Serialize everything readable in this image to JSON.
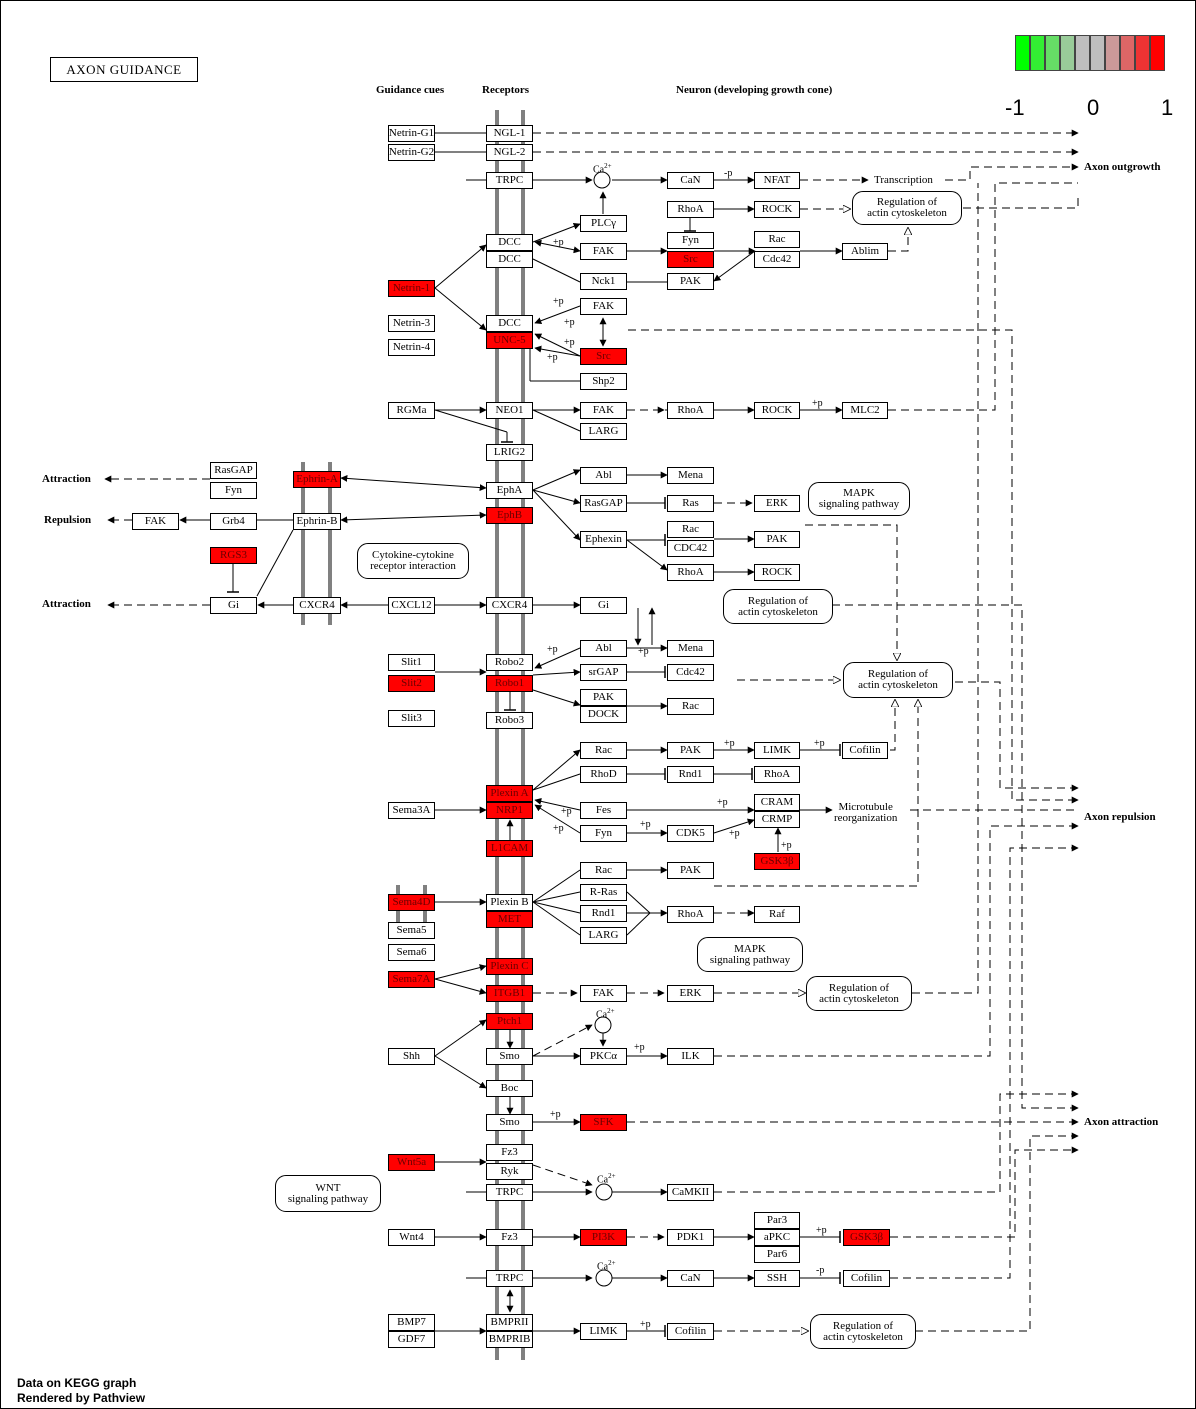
{
  "title": "AXON GUIDANCE",
  "legend": {
    "colors": [
      "#00ff00",
      "#33ee33",
      "#66dd66",
      "#99cc99",
      "#bebebe",
      "#bebebe",
      "#cc9999",
      "#dd6666",
      "#ee3333",
      "#ff0000"
    ],
    "min_label": "-1",
    "mid_label": "0",
    "max_label": "1"
  },
  "headers": {
    "cues": "Guidance cues",
    "receptors": "Receptors",
    "neuron": "Neuron (developing growth cone)"
  },
  "outputs": {
    "outgrowth": "Axon outgrowth",
    "repulsion": "Axon repulsion",
    "attraction": "Axon attraction"
  },
  "side_outputs": {
    "attraction1": "Attraction",
    "repulsion": "Repulsion",
    "attraction2": "Attraction"
  },
  "footer": {
    "line1": "Data on KEGG graph",
    "line2": "Rendered by Pathview"
  },
  "highlight_color": "#ff0000",
  "nodes": [
    {
      "id": "n1",
      "label": "Netrin-G1",
      "red": false
    },
    {
      "id": "n2",
      "label": "Netrin-G2",
      "red": false
    },
    {
      "id": "n3",
      "label": "NGL-1",
      "red": false
    },
    {
      "id": "n4",
      "label": "NGL-2",
      "red": false
    },
    {
      "id": "n5",
      "label": "TRPC",
      "red": false
    },
    {
      "id": "n6",
      "label": "CaN",
      "red": false
    },
    {
      "id": "n7",
      "label": "NFAT",
      "red": false
    },
    {
      "id": "n8",
      "label": "RhoA",
      "red": false
    },
    {
      "id": "n9",
      "label": "ROCK",
      "red": false
    },
    {
      "id": "n10",
      "label": "PLCγ",
      "red": false
    },
    {
      "id": "n11",
      "label": "DCC",
      "red": false
    },
    {
      "id": "n12",
      "label": "DCC",
      "red": false
    },
    {
      "id": "n13",
      "label": "FAK",
      "red": false
    },
    {
      "id": "n14",
      "label": "Fyn",
      "red": false
    },
    {
      "id": "n15",
      "label": "Src",
      "red": true
    },
    {
      "id": "n16",
      "label": "Rac",
      "red": false
    },
    {
      "id": "n17",
      "label": "Cdc42",
      "red": false
    },
    {
      "id": "n18",
      "label": "Ablim",
      "red": false
    },
    {
      "id": "n19",
      "label": "Netrin-1",
      "red": true
    },
    {
      "id": "n20",
      "label": "Nck1",
      "red": false
    },
    {
      "id": "n21",
      "label": "PAK",
      "red": false
    },
    {
      "id": "n22",
      "label": "FAK",
      "red": false
    },
    {
      "id": "n23",
      "label": "Netrin-3",
      "red": false
    },
    {
      "id": "n24",
      "label": "DCC",
      "red": false
    },
    {
      "id": "n25",
      "label": "UNC-5",
      "red": true
    },
    {
      "id": "n26",
      "label": "Src",
      "red": true
    },
    {
      "id": "n27",
      "label": "Netrin-4",
      "red": false
    },
    {
      "id": "n28",
      "label": "Shp2",
      "red": false
    },
    {
      "id": "n29",
      "label": "RGMa",
      "red": false
    },
    {
      "id": "n30",
      "label": "NEO1",
      "red": false
    },
    {
      "id": "n31",
      "label": "FAK",
      "red": false
    },
    {
      "id": "n32",
      "label": "RhoA",
      "red": false
    },
    {
      "id": "n33",
      "label": "ROCK",
      "red": false
    },
    {
      "id": "n34",
      "label": "MLC2",
      "red": false
    },
    {
      "id": "n35",
      "label": "LARG",
      "red": false
    },
    {
      "id": "n36",
      "label": "LRIG2",
      "red": false
    },
    {
      "id": "n37",
      "label": "RasGAP",
      "red": false
    },
    {
      "id": "n38",
      "label": "Fyn",
      "red": false
    },
    {
      "id": "n39",
      "label": "Ephrin-A",
      "red": true
    },
    {
      "id": "n40",
      "label": "EphA",
      "red": false
    },
    {
      "id": "n41",
      "label": "Abl",
      "red": false
    },
    {
      "id": "n42",
      "label": "Mena",
      "red": false
    },
    {
      "id": "n43",
      "label": "RasGAP",
      "red": false
    },
    {
      "id": "n44",
      "label": "Ras",
      "red": false
    },
    {
      "id": "n45",
      "label": "ERK",
      "red": false
    },
    {
      "id": "n46",
      "label": "FAK",
      "red": false
    },
    {
      "id": "n47",
      "label": "Grb4",
      "red": false
    },
    {
      "id": "n48",
      "label": "Ephrin-B",
      "red": false
    },
    {
      "id": "n49",
      "label": "EphB",
      "red": true
    },
    {
      "id": "n50",
      "label": "Ephexin",
      "red": false
    },
    {
      "id": "n51",
      "label": "Rac",
      "red": false
    },
    {
      "id": "n52",
      "label": "CDC42",
      "red": false
    },
    {
      "id": "n53",
      "label": "PAK",
      "red": false
    },
    {
      "id": "n54",
      "label": "RhoA",
      "red": false
    },
    {
      "id": "n55",
      "label": "ROCK",
      "red": false
    },
    {
      "id": "n56",
      "label": "RGS3",
      "red": true
    },
    {
      "id": "n57",
      "label": "Gi",
      "red": false
    },
    {
      "id": "n58",
      "label": "CXCR4",
      "red": false
    },
    {
      "id": "n59",
      "label": "CXCL12",
      "red": false
    },
    {
      "id": "n60",
      "label": "CXCR4",
      "red": false
    },
    {
      "id": "n61",
      "label": "Gi",
      "red": false
    },
    {
      "id": "n62",
      "label": "Slit1",
      "red": false
    },
    {
      "id": "n63",
      "label": "Robo2",
      "red": false
    },
    {
      "id": "n64",
      "label": "Abl",
      "red": false
    },
    {
      "id": "n65",
      "label": "Mena",
      "red": false
    },
    {
      "id": "n66",
      "label": "Slit2",
      "red": true
    },
    {
      "id": "n67",
      "label": "Robo1",
      "red": true
    },
    {
      "id": "n68",
      "label": "srGAP",
      "red": false
    },
    {
      "id": "n69",
      "label": "Cdc42",
      "red": false
    },
    {
      "id": "n70",
      "label": "PAK",
      "red": false
    },
    {
      "id": "n71",
      "label": "DOCK",
      "red": false
    },
    {
      "id": "n72",
      "label": "Rac",
      "red": false
    },
    {
      "id": "n73",
      "label": "Slit3",
      "red": false
    },
    {
      "id": "n74",
      "label": "Robo3",
      "red": false
    },
    {
      "id": "n75",
      "label": "Rac",
      "red": false
    },
    {
      "id": "n76",
      "label": "PAK",
      "red": false
    },
    {
      "id": "n77",
      "label": "LIMK",
      "red": false
    },
    {
      "id": "n78",
      "label": "Cofilin",
      "red": false
    },
    {
      "id": "n79",
      "label": "RhoD",
      "red": false
    },
    {
      "id": "n80",
      "label": "Rnd1",
      "red": false
    },
    {
      "id": "n81",
      "label": "RhoA",
      "red": false
    },
    {
      "id": "n82",
      "label": "Plexin A",
      "red": true
    },
    {
      "id": "n83",
      "label": "CRAM",
      "red": false
    },
    {
      "id": "n84",
      "label": "Sema3A",
      "red": false
    },
    {
      "id": "n85",
      "label": "NRP1",
      "red": true
    },
    {
      "id": "n86",
      "label": "Fes",
      "red": false
    },
    {
      "id": "n87",
      "label": "CRMP",
      "red": false
    },
    {
      "id": "n88",
      "label": "Fyn",
      "red": false
    },
    {
      "id": "n89",
      "label": "CDK5",
      "red": false
    },
    {
      "id": "n90",
      "label": "L1CAM",
      "red": true
    },
    {
      "id": "n91",
      "label": "GSK3β",
      "red": true
    },
    {
      "id": "n92",
      "label": "Rac",
      "red": false
    },
    {
      "id": "n93",
      "label": "PAK",
      "red": false
    },
    {
      "id": "n94",
      "label": "R-Ras",
      "red": false
    },
    {
      "id": "n95",
      "label": "Sema4D",
      "red": true
    },
    {
      "id": "n96",
      "label": "Plexin B",
      "red": false
    },
    {
      "id": "n97",
      "label": "Rnd1",
      "red": false
    },
    {
      "id": "n98",
      "label": "RhoA",
      "red": false
    },
    {
      "id": "n99",
      "label": "Raf",
      "red": false
    },
    {
      "id": "n100",
      "label": "MET",
      "red": true
    },
    {
      "id": "n101",
      "label": "Sema5",
      "red": false
    },
    {
      "id": "n102",
      "label": "LARG",
      "red": false
    },
    {
      "id": "n103",
      "label": "Sema6",
      "red": false
    },
    {
      "id": "n104",
      "label": "Plexin C",
      "red": true
    },
    {
      "id": "n105",
      "label": "Sema7A",
      "red": true
    },
    {
      "id": "n106",
      "label": "ITGB1",
      "red": true
    },
    {
      "id": "n107",
      "label": "FAK",
      "red": false
    },
    {
      "id": "n108",
      "label": "ERK",
      "red": false
    },
    {
      "id": "n109",
      "label": "Ptch1",
      "red": true
    },
    {
      "id": "n110",
      "label": "Shh",
      "red": false
    },
    {
      "id": "n111",
      "label": "Smo",
      "red": false
    },
    {
      "id": "n112",
      "label": "PKCα",
      "red": false
    },
    {
      "id": "n113",
      "label": "ILK",
      "red": false
    },
    {
      "id": "n114",
      "label": "Boc",
      "red": false
    },
    {
      "id": "n115",
      "label": "Smo",
      "red": false
    },
    {
      "id": "n116",
      "label": "SFK",
      "red": true
    },
    {
      "id": "n117",
      "label": "Fz3",
      "red": false
    },
    {
      "id": "n118",
      "label": "Wnt5a",
      "red": true
    },
    {
      "id": "n119",
      "label": "Ryk",
      "red": false
    },
    {
      "id": "n120",
      "label": "TRPC",
      "red": false
    },
    {
      "id": "n121",
      "label": "CaMKII",
      "red": false
    },
    {
      "id": "n122",
      "label": "Par3",
      "red": false
    },
    {
      "id": "n123",
      "label": "Wnt4",
      "red": false
    },
    {
      "id": "n124",
      "label": "Fz3",
      "red": false
    },
    {
      "id": "n125",
      "label": "PI3K",
      "red": true
    },
    {
      "id": "n126",
      "label": "PDK1",
      "red": false
    },
    {
      "id": "n127",
      "label": "aPKC",
      "red": false
    },
    {
      "id": "n128",
      "label": "GSK3β",
      "red": true
    },
    {
      "id": "n129",
      "label": "Par6",
      "red": false
    },
    {
      "id": "n130",
      "label": "TRPC",
      "red": false
    },
    {
      "id": "n131",
      "label": "CaN",
      "red": false
    },
    {
      "id": "n132",
      "label": "SSH",
      "red": false
    },
    {
      "id": "n133",
      "label": "Cofilin",
      "red": false
    },
    {
      "id": "n134",
      "label": "BMP7",
      "red": false
    },
    {
      "id": "n135",
      "label": "BMPRII",
      "red": false
    },
    {
      "id": "n136",
      "label": "LIMK",
      "red": false
    },
    {
      "id": "n137",
      "label": "Cofilin",
      "red": false
    },
    {
      "id": "n138",
      "label": "GDF7",
      "red": false
    },
    {
      "id": "n139",
      "label": "BMPRIB",
      "red": false
    }
  ],
  "refs": [
    {
      "id": "r1",
      "label": "Regulation of\nactin cytoskeleton"
    },
    {
      "id": "r2",
      "label": "MAPK\nsignaling pathway"
    },
    {
      "id": "r3",
      "label": "Cytokine-cytokine\nreceptor interaction"
    },
    {
      "id": "r4",
      "label": "Regulation of\nactin cytoskeleton"
    },
    {
      "id": "r5",
      "label": "Regulation of\nactin cytoskeleton"
    },
    {
      "id": "r6",
      "label": "MAPK\nsignaling pathway"
    },
    {
      "id": "r7",
      "label": "Regulation of\nactin cytoskeleton"
    },
    {
      "id": "r8",
      "label": "WNT\nsignaling pathway"
    },
    {
      "id": "r9",
      "label": "Regulation of\nactin cytoskeleton"
    }
  ],
  "labels": {
    "transcription": "Transcription",
    "microtubule": "Microtubule\nreorganization",
    "ca": "Ca",
    "ca_sup": "2+",
    "plus_p": "+p",
    "minus_p": "-p"
  }
}
